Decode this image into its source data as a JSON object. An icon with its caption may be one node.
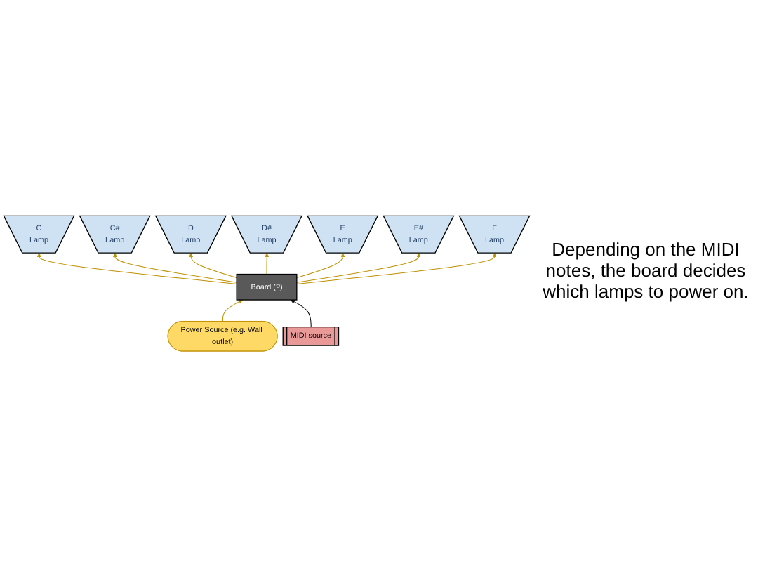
{
  "diagram": {
    "nodes": [
      {
        "text": [
          "C",
          "Lamp"
        ]
      },
      {
        "text": [
          "C#",
          "Lamp"
        ]
      },
      {
        "text": [
          "D",
          "Lamp"
        ]
      },
      {
        "text": [
          "D#",
          "Lamp"
        ]
      },
      {
        "text": [
          "E",
          "Lamp"
        ]
      },
      {
        "text": [
          "E#",
          "Lamp"
        ]
      },
      {
        "text": [
          "F",
          "Lamp"
        ]
      },
      {
        "text": [
          "Board (?)"
        ]
      },
      {
        "text": [
          "Power Source (e.g. Wall outlet)"
        ]
      },
      {
        "text": [
          "MIDI source"
        ]
      }
    ],
    "edges": [
      {
        "from": 7,
        "to": 0,
        "arrow": "to"
      },
      {
        "from": 7,
        "to": 1,
        "arrow": "to"
      },
      {
        "from": 7,
        "to": 2,
        "arrow": "to"
      },
      {
        "from": 7,
        "to": 3,
        "arrow": "to"
      },
      {
        "from": 7,
        "to": 4,
        "arrow": "to"
      },
      {
        "from": 7,
        "to": 5,
        "arrow": "to"
      },
      {
        "from": 7,
        "to": 6,
        "arrow": "to"
      },
      {
        "from": 8,
        "to": 7,
        "arrow": "to"
      },
      {
        "from": 9,
        "to": 7,
        "arrow": "to",
        "color": "#000000"
      }
    ],
    "labels": [
      "Depending on the MIDI notes, the board decides which lamps to power on."
    ]
  }
}
